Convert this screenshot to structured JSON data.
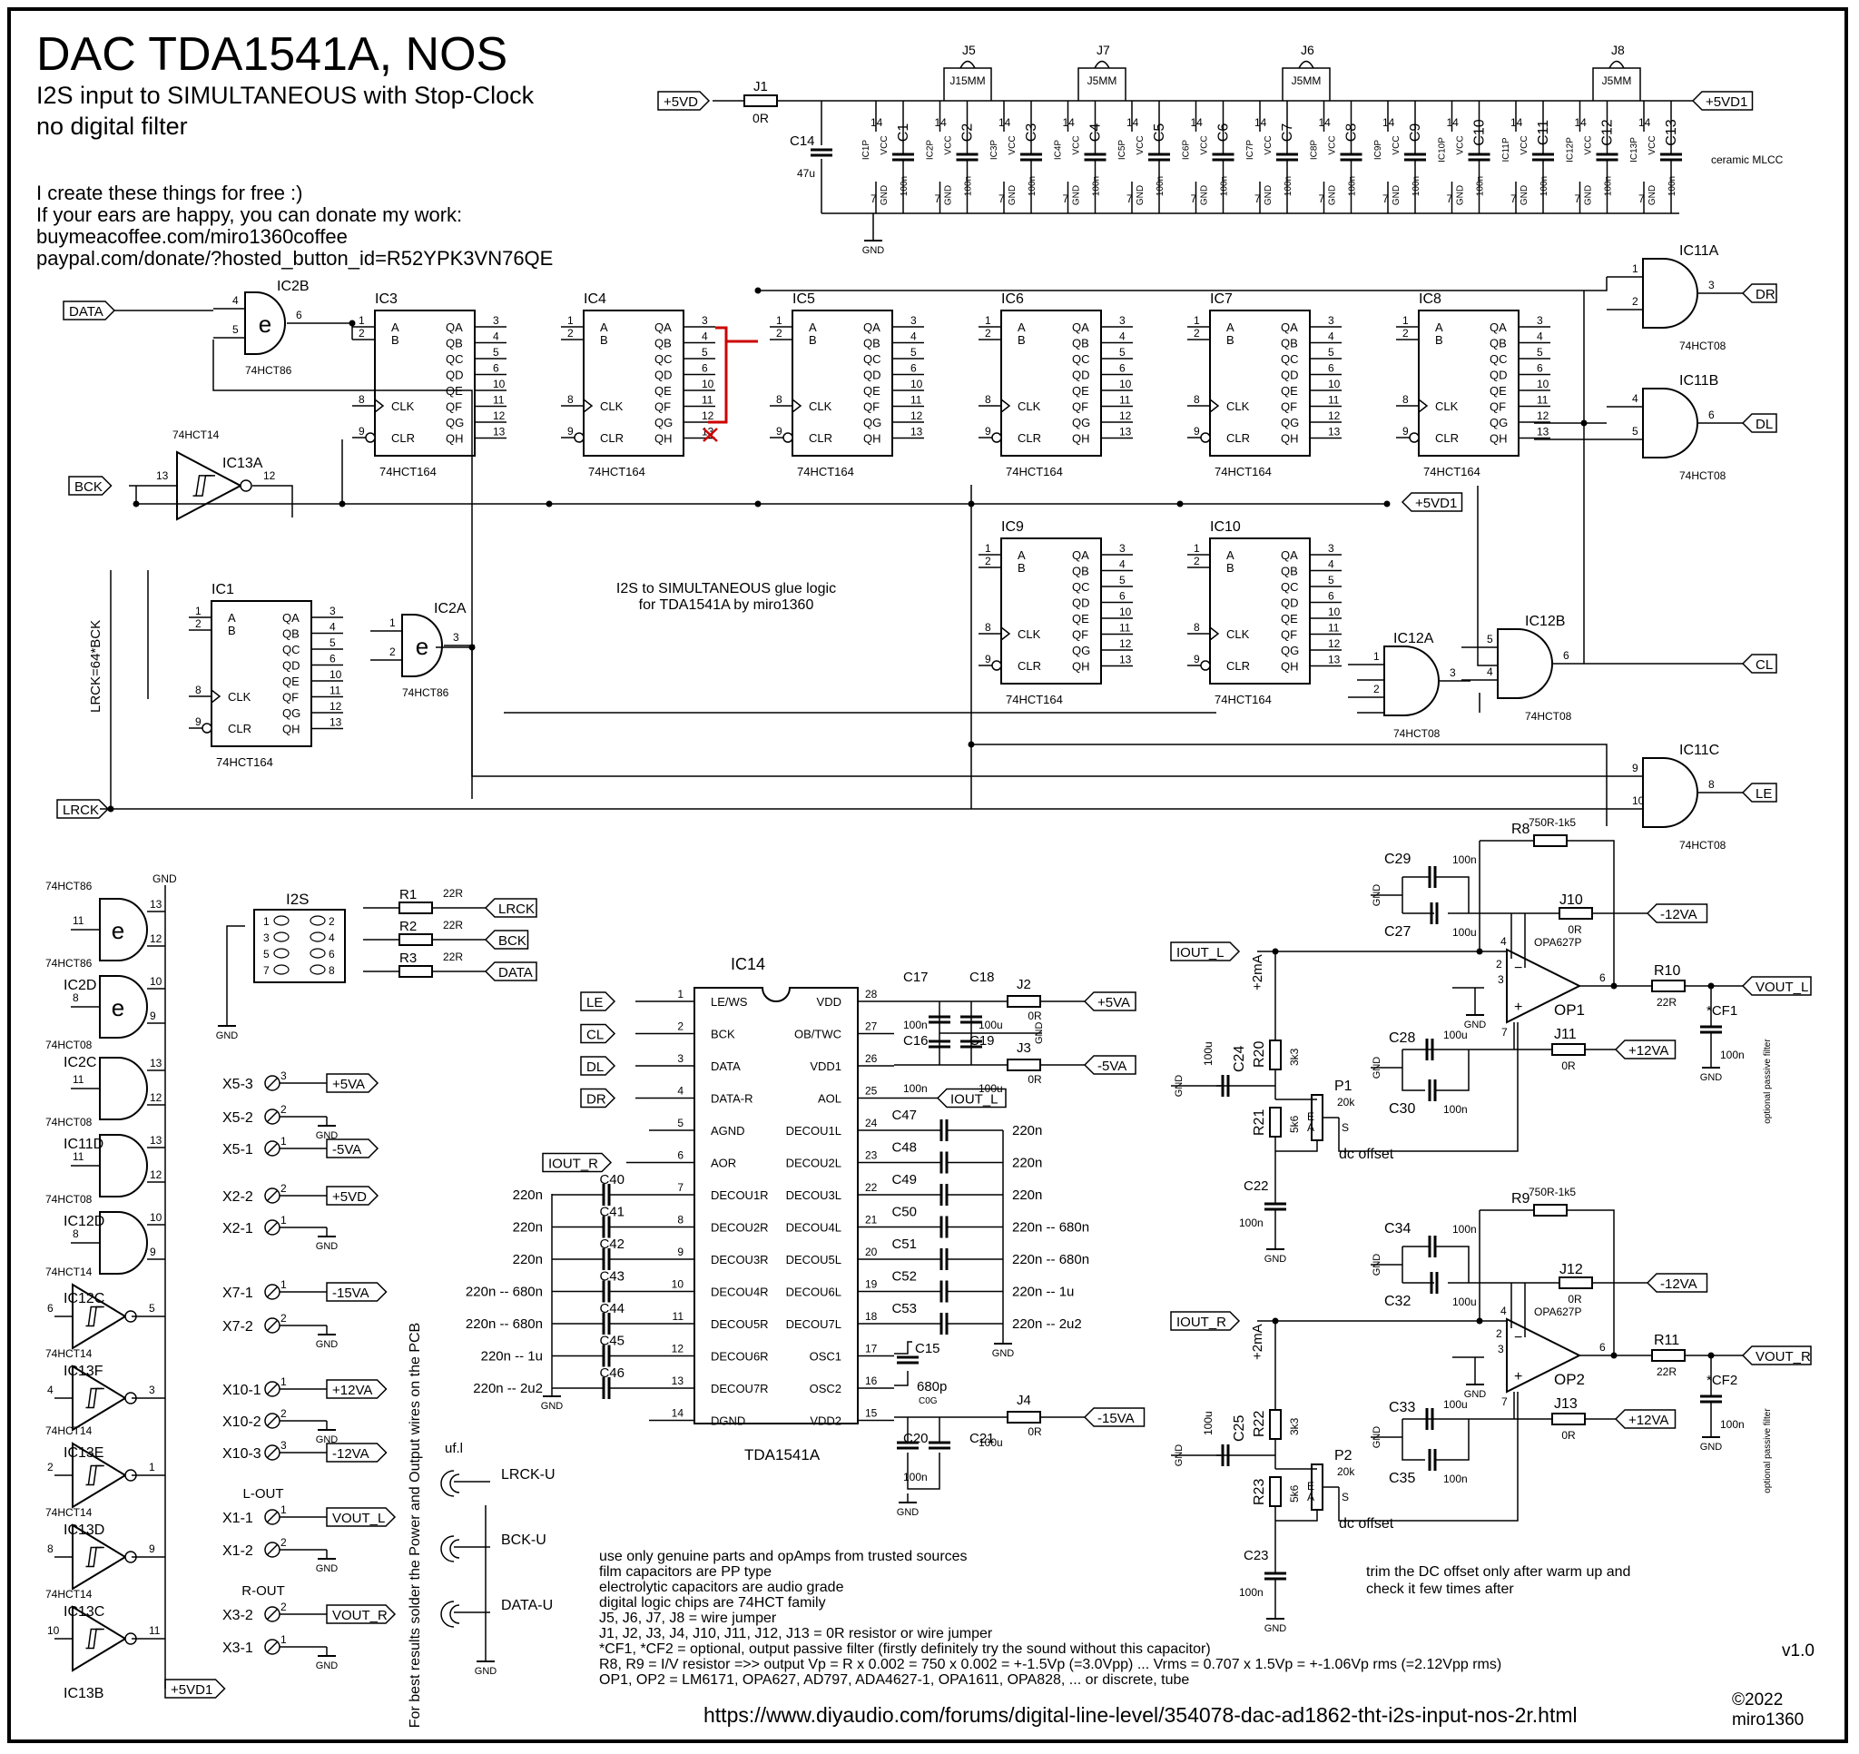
{
  "header": {
    "title": "DAC TDA1541A, NOS",
    "subtitle1": "I2S input to SIMULTANEOUS with Stop-Clock",
    "subtitle2": "no digital filter",
    "credit": [
      "I create these things for free :)",
      "If your ears are happy, you can donate my work:",
      "buymeacoffee.com/miro1360coffee",
      "paypal.com/donate/?hosted_button_id=R52YPK3VN76QE"
    ]
  },
  "glue_label": [
    "I2S to SIMULTANEOUS glue logic",
    "for TDA1541A by miro1360"
  ],
  "lrck_note": "LRCK=64*BCK",
  "side_note": "For best results solder the Power and Output wires on the PCB",
  "shift_registers": [
    {
      "ref": "IC1",
      "part": "74HCT164"
    },
    {
      "ref": "IC3",
      "part": "74HCT164"
    },
    {
      "ref": "IC4",
      "part": "74HCT164"
    },
    {
      "ref": "IC5",
      "part": "74HCT164"
    },
    {
      "ref": "IC6",
      "part": "74HCT164"
    },
    {
      "ref": "IC7",
      "part": "74HCT164"
    },
    {
      "ref": "IC8",
      "part": "74HCT164"
    },
    {
      "ref": "IC9",
      "part": "74HCT164"
    },
    {
      "ref": "IC10",
      "part": "74HCT164"
    }
  ],
  "sr_pins_left": [
    [
      "1",
      "A"
    ],
    [
      "2",
      "B"
    ],
    [
      "8",
      "CLK"
    ],
    [
      "9",
      "CLR"
    ]
  ],
  "sr_pins_right": [
    [
      "3",
      "QA"
    ],
    [
      "4",
      "QB"
    ],
    [
      "5",
      "QC"
    ],
    [
      "6",
      "QD"
    ],
    [
      "10",
      "QE"
    ],
    [
      "11",
      "QF"
    ],
    [
      "12",
      "QG"
    ],
    [
      "13",
      "QH"
    ]
  ],
  "gates": [
    {
      "ref": "IC2B",
      "part": "74HCT86",
      "pins": [
        "4",
        "5",
        "6"
      ]
    },
    {
      "ref": "IC2A",
      "part": "74HCT86",
      "pins": [
        "1",
        "2",
        "3"
      ]
    },
    {
      "ref": "IC11A",
      "part": "74HCT08",
      "pins": [
        "1",
        "2",
        "3"
      ]
    },
    {
      "ref": "IC11B",
      "part": "74HCT08",
      "pins": [
        "4",
        "5",
        "6"
      ]
    },
    {
      "ref": "IC11C",
      "part": "74HCT08",
      "pins": [
        "9",
        "10",
        "8"
      ]
    },
    {
      "ref": "IC12A",
      "part": "74HCT08",
      "pins": [
        "1",
        "2",
        "3"
      ]
    },
    {
      "ref": "IC12B",
      "part": "74HCT08",
      "pins": [
        "5",
        "4",
        "6"
      ]
    },
    {
      "ref": "IC13A",
      "part": "74HCT14",
      "pins": [
        "13",
        "12"
      ]
    }
  ],
  "nets": {
    "data": "DATA",
    "bck": "BCK",
    "lrck": "LRCK",
    "dr": "DR",
    "dl": "DL",
    "cl": "CL",
    "le": "LE",
    "vd": "+5VD",
    "vd1": "+5VD1",
    "gnd": "GND"
  },
  "power_rail": {
    "jumper": "J1",
    "jumper_val": "0R",
    "c14": "C14",
    "c14_val": "47u",
    "caps": [
      "C1",
      "C2",
      "C3",
      "C4",
      "C5",
      "C6",
      "C7",
      "C8",
      "C9",
      "C10",
      "C11",
      "C12",
      "C13"
    ],
    "cap_val": "100n",
    "ic_pins": [
      "IC1P",
      "IC2P",
      "IC3P",
      "IC4P",
      "IC5P",
      "IC6P",
      "IC7P",
      "IC8P",
      "IC9P",
      "IC10P",
      "IC11P",
      "IC12P",
      "IC13P"
    ],
    "vcc": "VCC",
    "pin14": "14",
    "pin7": "7",
    "links": [
      [
        "J5",
        "J15MM"
      ],
      [
        "J7",
        "J5MM"
      ],
      [
        "J6",
        "J5MM"
      ],
      [
        "J8",
        "J5MM"
      ]
    ],
    "mlcc": "ceramic MLCC"
  },
  "spare_gates": [
    {
      "part": "74HCT86",
      "ref": "IC2D",
      "pins": [
        "11",
        "13",
        "12"
      ]
    },
    {
      "part": "74HCT86",
      "ref": "IC2C",
      "pins": [
        "8",
        "10",
        "9"
      ]
    },
    {
      "part": "74HCT08",
      "ref": "IC11D",
      "pins": [
        "11",
        "13",
        "12"
      ]
    },
    {
      "part": "74HCT08",
      "ref": "IC12D",
      "pins": [
        "11",
        "13",
        "12"
      ]
    },
    {
      "part": "74HCT08",
      "ref": "IC12C",
      "pins": [
        "8",
        "10",
        "9"
      ]
    },
    {
      "part": "74HCT14",
      "ref": "IC13F",
      "pins": [
        "6",
        "5"
      ]
    },
    {
      "part": "74HCT14",
      "ref": "IC13E",
      "pins": [
        "4",
        "3"
      ]
    },
    {
      "part": "74HCT14",
      "ref": "IC13D",
      "pins": [
        "2",
        "1"
      ]
    },
    {
      "part": "74HCT14",
      "ref": "IC13C",
      "pins": [
        "8",
        "9"
      ]
    },
    {
      "part": "74HCT14",
      "ref": "IC13B",
      "pins": [
        "10",
        "11"
      ]
    }
  ],
  "i2s": {
    "title": "I2S",
    "pins": [
      "1",
      "2",
      "3",
      "4",
      "5",
      "6",
      "7",
      "8"
    ],
    "resistors": [
      [
        "R1",
        "22R",
        "LRCK"
      ],
      [
        "R2",
        "22R",
        "BCK"
      ],
      [
        "R3",
        "22R",
        "DATA"
      ]
    ]
  },
  "terminals": [
    {
      "ref": "X5-3",
      "pin": "3",
      "net": "+5VA"
    },
    {
      "ref": "X5-2",
      "pin": "2",
      "net": "GND"
    },
    {
      "ref": "X5-1",
      "pin": "1",
      "net": "-5VA"
    },
    {
      "ref": "X2-2",
      "pin": "2",
      "net": "+5VD"
    },
    {
      "ref": "X2-1",
      "pin": "1",
      "net": "GND"
    },
    {
      "ref": "X7-1",
      "pin": "1",
      "net": "-15VA"
    },
    {
      "ref": "X7-2",
      "pin": "2",
      "net": "GND"
    },
    {
      "ref": "X10-1",
      "pin": "1",
      "net": "+12VA"
    },
    {
      "ref": "X10-2",
      "pin": "2",
      "net": "GND"
    },
    {
      "ref": "X10-3",
      "pin": "3",
      "net": "-12VA"
    },
    {
      "ref": "X1-1",
      "pin": "1",
      "net": "VOUT_L"
    },
    {
      "ref": "X1-2",
      "pin": "2",
      "net": "GND"
    },
    {
      "ref": "X3-2",
      "pin": "2",
      "net": "VOUT_R"
    },
    {
      "ref": "X3-1",
      "pin": "1",
      "net": "GND"
    }
  ],
  "out_labels": {
    "lout": "L-OUT",
    "rout": "R-OUT"
  },
  "ufl": {
    "title": "uf.l",
    "items": [
      "LRCK-U",
      "BCK-U",
      "DATA-U"
    ]
  },
  "tda": {
    "ref": "IC14",
    "part": "TDA1541A",
    "left": [
      [
        "1",
        "LE/WS"
      ],
      [
        "2",
        "BCK"
      ],
      [
        "3",
        "DATA"
      ],
      [
        "4",
        "DATA-R"
      ],
      [
        "5",
        "AGND"
      ],
      [
        "6",
        "AOR"
      ],
      [
        "7",
        "DECOU1R"
      ],
      [
        "8",
        "DECOU2R"
      ],
      [
        "9",
        "DECOU3R"
      ],
      [
        "10",
        "DECOU4R"
      ],
      [
        "11",
        "DECOU5R"
      ],
      [
        "12",
        "DECOU6R"
      ],
      [
        "13",
        "DECOU7R"
      ],
      [
        "14",
        "DGND"
      ]
    ],
    "right": [
      [
        "28",
        "VDD"
      ],
      [
        "27",
        "OB/TWC"
      ],
      [
        "26",
        "VDD1"
      ],
      [
        "25",
        "AOL"
      ],
      [
        "24",
        "DECOU1L"
      ],
      [
        "23",
        "DECOU2L"
      ],
      [
        "22",
        "DECOU3L"
      ],
      [
        "21",
        "DECOU4L"
      ],
      [
        "20",
        "DECOU5L"
      ],
      [
        "19",
        "DECOU6L"
      ],
      [
        "18",
        "DECOU7L"
      ],
      [
        "17",
        "OSC1"
      ],
      [
        "16",
        "OSC2"
      ],
      [
        "15",
        "VDD2"
      ]
    ],
    "in_nets": [
      "LE",
      "CL",
      "DL",
      "DR"
    ],
    "aor_net": "IOUT_R",
    "aol_net": "IOUT_L",
    "left_caps": [
      [
        "C40",
        "220n"
      ],
      [
        "C41",
        "220n"
      ],
      [
        "C42",
        "220n"
      ],
      [
        "C43",
        "220n -- 680n"
      ],
      [
        "C44",
        "220n -- 680n"
      ],
      [
        "C45",
        "220n -- 1u"
      ],
      [
        "C46",
        "220n -- 2u2"
      ]
    ],
    "right_caps": [
      [
        "C47",
        "220n"
      ],
      [
        "C48",
        "220n"
      ],
      [
        "C49",
        "220n"
      ],
      [
        "C50",
        "220n -- 680n"
      ],
      [
        "C51",
        "220n -- 680n"
      ],
      [
        "C52",
        "220n -- 1u"
      ],
      [
        "C53",
        "220n -- 2u2"
      ]
    ],
    "supply": [
      {
        "caps": [
          "C17",
          "100n",
          "C18",
          "100u"
        ],
        "jumper": "J2",
        "jval": "0R",
        "net": "+5VA"
      },
      {
        "caps": [
          "C16",
          "100n",
          "C19",
          "100u"
        ],
        "jumper": "J3",
        "jval": "0R",
        "net": "-5VA"
      },
      {
        "caps": [
          "C20",
          "100n",
          "C21",
          "100u"
        ],
        "jumper": "J4",
        "jval": "0R",
        "net": "-15VA"
      }
    ],
    "osc_cap": [
      "C15",
      "680p",
      "C0G"
    ]
  },
  "outputs": [
    {
      "iout": "IOUT_L",
      "op": "OP1",
      "op_part": "OPA627P",
      "rf": "R8",
      "rf_val": "750R-1k5",
      "cf": "C29",
      "cf_val": "100n",
      "cneg": "C27",
      "cneg_val": "100u",
      "jneg": "J10",
      "jneg_val": "0R",
      "neg": "-12VA",
      "rout": "R10",
      "rout_val": "22R",
      "vout": "VOUT_L",
      "cfilt": "*CF1",
      "cfilt_val": "100n",
      "filt_note": "optional passive filter",
      "cin": "C24",
      "cin_val": "100u",
      "ra": "R20",
      "ra_val": "3k3",
      "ma": "+2mA",
      "rb": "R21",
      "rb_val": "5k6",
      "pot": "P1",
      "pot_val": "20k",
      "dc": "dc offset",
      "cb": "C22",
      "cb_val": "100n",
      "cpa": "C28",
      "cpa_val": "100u",
      "cpb": "C30",
      "cpb_val": "100n",
      "jpos": "J11",
      "jpos_val": "0R",
      "pos": "+12VA"
    },
    {
      "iout": "IOUT_R",
      "op": "OP2",
      "op_part": "OPA627P",
      "rf": "R9",
      "rf_val": "750R-1k5",
      "cf": "C34",
      "cf_val": "100n",
      "cneg": "C32",
      "cneg_val": "100u",
      "jneg": "J12",
      "jneg_val": "0R",
      "neg": "-12VA",
      "rout": "R11",
      "rout_val": "22R",
      "vout": "VOUT_R",
      "cfilt": "*CF2",
      "cfilt_val": "100n",
      "filt_note": "optional passive filter",
      "cin": "C25",
      "cin_val": "100u",
      "ra": "R22",
      "ra_val": "3k3",
      "ma": "+2mA",
      "rb": "R23",
      "rb_val": "5k6",
      "pot": "P2",
      "pot_val": "20k",
      "dc": "dc offset",
      "cb": "C23",
      "cb_val": "100n",
      "cpa": "C33",
      "cpa_val": "100u",
      "cpb": "C35",
      "cpb_val": "100n",
      "jpos": "J13",
      "jpos_val": "0R",
      "pos": "+12VA"
    }
  ],
  "trim_note": [
    "trim the DC offset only after warm up and",
    "check it few times after"
  ],
  "notes": [
    "use only genuine parts and opAmps from trusted sources",
    "film capacitors are PP type",
    "electrolytic capacitors are audio grade",
    "digital logic chips are 74HCT family",
    "J5, J6, J7, J8 = wire jumper",
    "J1, J2, J3, J4, J10, J11, J12, J13 = 0R resistor or wire jumper",
    "*CF1, *CF2 = optional, output passive filter (firstly definitely try the sound without this capacitor)",
    "R8, R9 = I/V resistor =>> output Vp = R x 0.002 = 750 x 0.002 = +-1.5Vp (=3.0Vpp) ... Vrms = 0.707 x 1.5Vp = +-1.06Vp rms (=2.12Vpp rms)",
    "OP1, OP2 = LM6171, OPA627, AD797, ADA4627-1, OPA1611, OPA828, ... or discrete, tube"
  ],
  "url": "https://www.diyaudio.com/forums/digital-line-level/354078-dac-ad1862-tht-i2s-input-nos-2r.html",
  "version": "v1.0",
  "copyright": [
    "©2022",
    "miro1360"
  ]
}
